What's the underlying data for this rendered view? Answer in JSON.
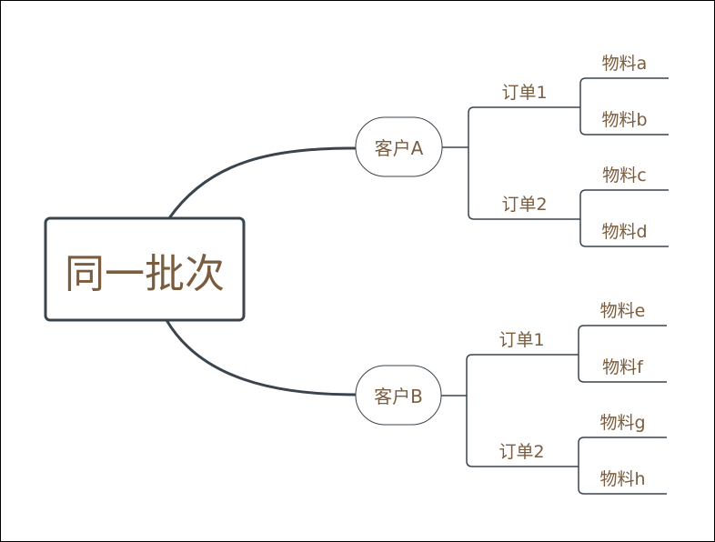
{
  "root": {
    "label": "同一批次"
  },
  "customers": [
    {
      "label": "客户A",
      "orders": [
        {
          "label": "订单1",
          "materials": [
            "物料a",
            "物料b"
          ]
        },
        {
          "label": "订单2",
          "materials": [
            "物料c",
            "物料d"
          ]
        }
      ]
    },
    {
      "label": "客户B",
      "orders": [
        {
          "label": "订单1",
          "materials": [
            "物料e",
            "物料f"
          ]
        },
        {
          "label": "订单2",
          "materials": [
            "物料g",
            "物料h"
          ]
        }
      ]
    }
  ],
  "colors": {
    "text": "#7a5c3e",
    "line": "#3a444c"
  }
}
